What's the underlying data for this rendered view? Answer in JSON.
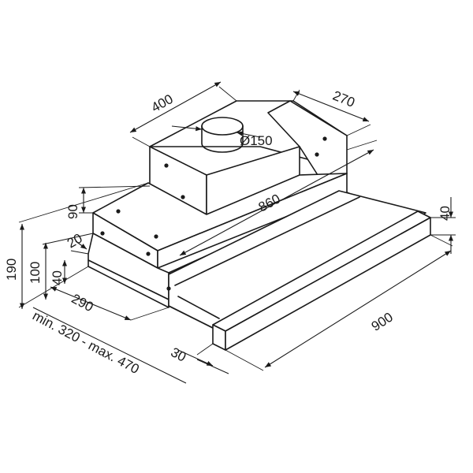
{
  "diagram": {
    "dimensions": {
      "width_top": "400",
      "depth_top": "270",
      "duct": "Ø150",
      "inner_width": "860",
      "total_width": "900",
      "height_upper": "90",
      "height_total": "190",
      "height_mid": "100",
      "height_front": "40",
      "front_right": "40",
      "slider_gap": "20",
      "depth_bottom": "290",
      "pull_out": "30",
      "extension": "min. 320 - max. 470"
    }
  }
}
